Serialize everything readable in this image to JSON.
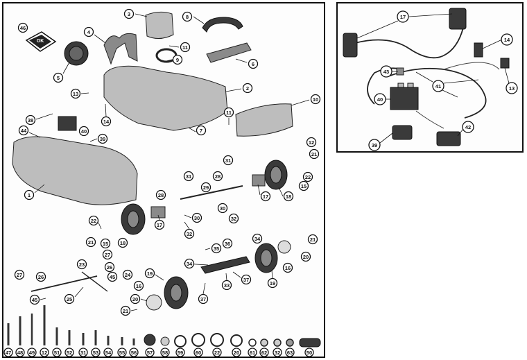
{
  "main_callouts": [
    {
      "label": "46"
    },
    {
      "label": "3"
    },
    {
      "label": "8"
    },
    {
      "label": "4"
    },
    {
      "label": "11"
    },
    {
      "label": "5"
    },
    {
      "label": "9"
    },
    {
      "label": "6"
    },
    {
      "label": "2"
    },
    {
      "label": "13"
    },
    {
      "label": "14"
    },
    {
      "label": "10"
    },
    {
      "label": "38"
    },
    {
      "label": "40"
    },
    {
      "label": "11"
    },
    {
      "label": "44"
    },
    {
      "label": "39"
    },
    {
      "label": "7"
    },
    {
      "label": "12"
    },
    {
      "label": "1"
    },
    {
      "label": "31"
    },
    {
      "label": "21"
    },
    {
      "label": "22"
    },
    {
      "label": "15"
    },
    {
      "label": "28"
    },
    {
      "label": "29"
    },
    {
      "label": "31"
    },
    {
      "label": "28"
    },
    {
      "label": "17"
    },
    {
      "label": "18"
    },
    {
      "label": "30"
    },
    {
      "label": "32"
    },
    {
      "label": "22"
    },
    {
      "label": "17"
    },
    {
      "label": "30"
    },
    {
      "label": "21"
    },
    {
      "label": "15"
    },
    {
      "label": "18"
    },
    {
      "label": "32"
    },
    {
      "label": "34"
    },
    {
      "label": "35"
    },
    {
      "label": "36"
    },
    {
      "label": "21"
    },
    {
      "label": "27"
    },
    {
      "label": "23"
    },
    {
      "label": "26"
    },
    {
      "label": "34"
    },
    {
      "label": "20"
    },
    {
      "label": "16"
    },
    {
      "label": "27"
    },
    {
      "label": "26"
    },
    {
      "label": "45"
    },
    {
      "label": "24"
    },
    {
      "label": "19"
    },
    {
      "label": "37"
    },
    {
      "label": "19"
    },
    {
      "label": "33"
    },
    {
      "label": "16"
    },
    {
      "label": "25"
    },
    {
      "label": "45"
    },
    {
      "label": "20"
    },
    {
      "label": "37"
    },
    {
      "label": "21"
    }
  ],
  "hardware_callouts": [
    {
      "label": "47"
    },
    {
      "label": "48"
    },
    {
      "label": "49"
    },
    {
      "label": "12"
    },
    {
      "label": "51"
    },
    {
      "label": "52"
    },
    {
      "label": "31"
    },
    {
      "label": "53"
    },
    {
      "label": "54"
    },
    {
      "label": "55"
    },
    {
      "label": "56"
    },
    {
      "label": "57"
    },
    {
      "label": "58"
    },
    {
      "label": "59"
    },
    {
      "label": "60"
    },
    {
      "label": "22"
    },
    {
      "label": "20"
    },
    {
      "label": "61"
    },
    {
      "label": "62"
    },
    {
      "label": "32"
    },
    {
      "label": "63"
    },
    {
      "label": "50"
    }
  ],
  "wiring_callouts": [
    {
      "label": "17"
    },
    {
      "label": "14"
    },
    {
      "label": "43"
    },
    {
      "label": "41"
    },
    {
      "label": "13"
    },
    {
      "label": "40"
    },
    {
      "label": "42"
    },
    {
      "label": "39"
    }
  ],
  "logo_text": "OK"
}
